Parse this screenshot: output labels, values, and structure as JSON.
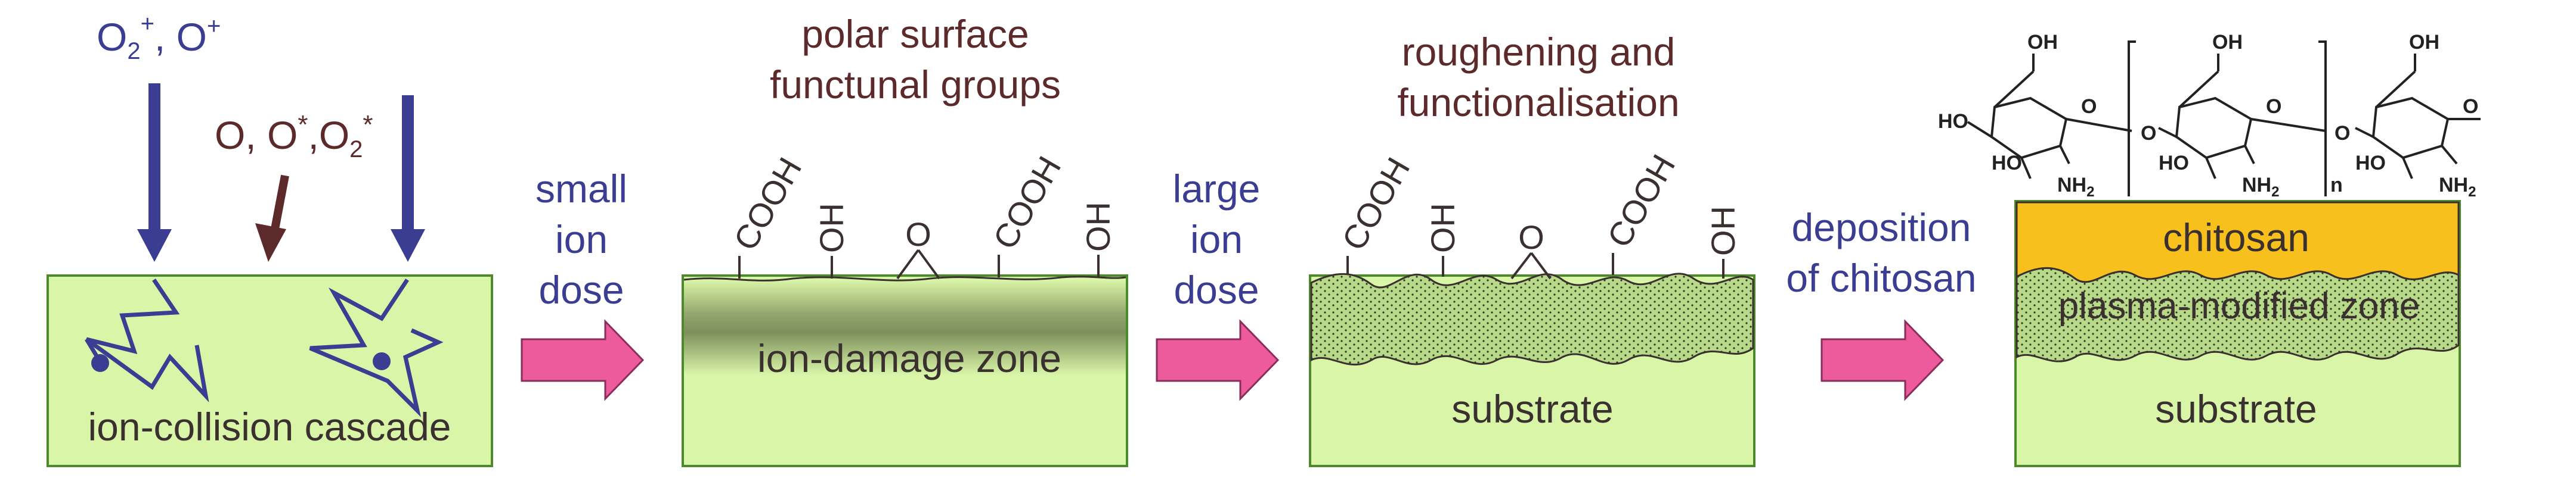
{
  "panel1": {
    "ions_main": "O",
    "ions_sub": "2",
    "ions_sup": "+",
    "ions_sep": ", ",
    "ions_second": "O",
    "ions_second_sup": "+",
    "neutrals_part1": "O, O",
    "neutrals_star": "*",
    "neutrals_sep": ",O",
    "neutrals_sub": "2",
    "neutrals_star2": "*",
    "caption": "ion-collision cascade"
  },
  "arrow1": {
    "line1": "small",
    "line2": "ion",
    "line3": "dose"
  },
  "panel2": {
    "title_line1": "polar surface",
    "title_line2": "functunal groups",
    "zone_label": "ion-damage zone",
    "groups": [
      "COOH",
      "OH",
      "O",
      "COOH",
      "OH"
    ]
  },
  "arrow2": {
    "line1": "large",
    "line2": "ion",
    "line3": "dose"
  },
  "panel3": {
    "title_line1": "roughening and",
    "title_line2": "functionalisation",
    "substrate_label": "substrate",
    "groups": [
      "COOH",
      "OH",
      "O",
      "COOH",
      "OH"
    ]
  },
  "arrow3": {
    "line1": "deposition",
    "line2": "of chitosan"
  },
  "panel4": {
    "chitosan_label": "chitosan",
    "plasma_label": "plasma-modified zone",
    "substrate_label": "substrate",
    "chem": {
      "oh": "OH",
      "ho": "HO",
      "o": "O",
      "nh2": "NH",
      "nh2_sub": "2",
      "n": "n"
    }
  },
  "colors": {
    "substrate": "#d9f5a8",
    "zone_dark": "#8fa85a",
    "chitosan": "#f8c01c",
    "arrow_pink": "#ee5b9c",
    "ion_blue": "#3a3d91",
    "neutral_brown": "#5c2a2a",
    "border_green": "#4d8a2c"
  }
}
